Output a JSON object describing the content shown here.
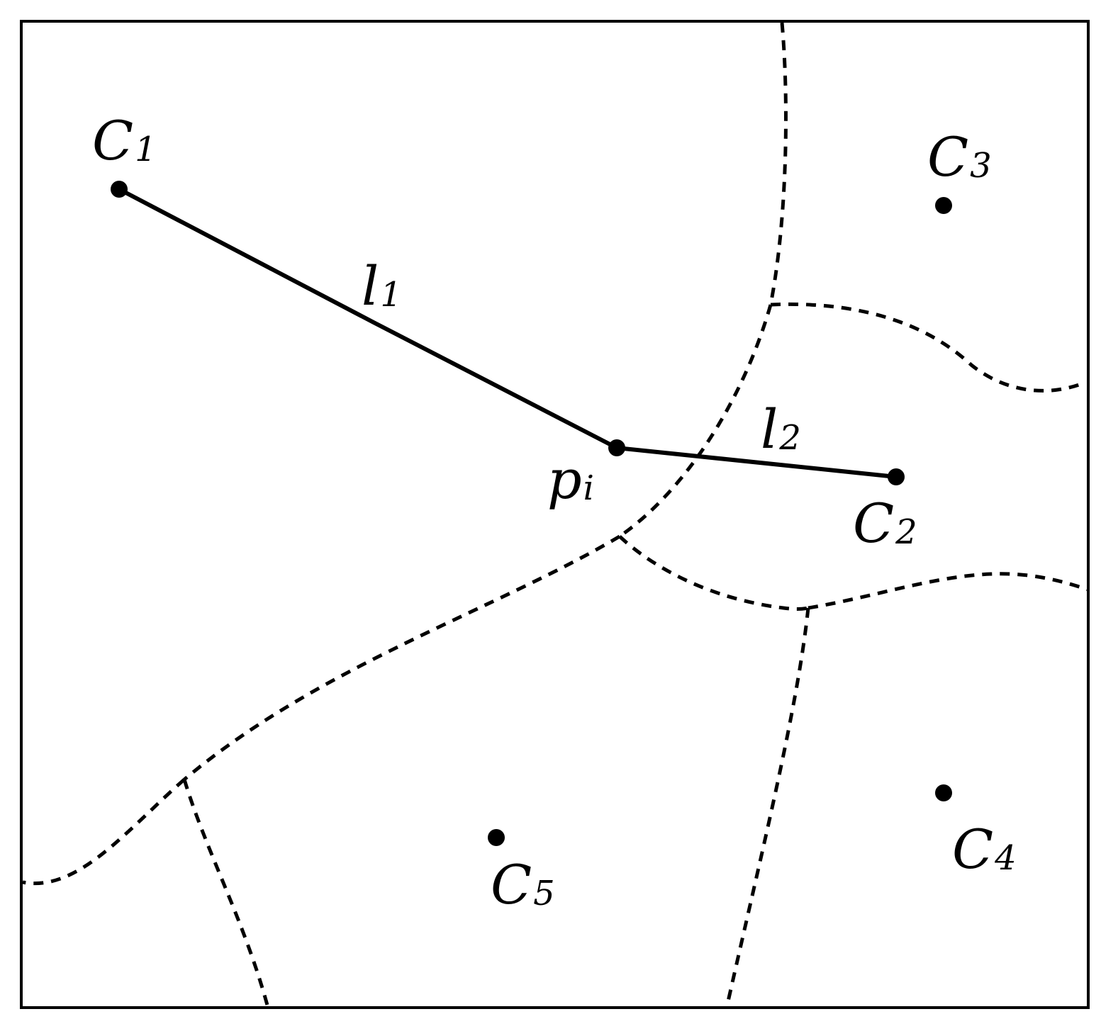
{
  "diagram": {
    "centroids": [
      {
        "id": "c1",
        "label": "C",
        "subscript": "1"
      },
      {
        "id": "c2",
        "label": "C",
        "subscript": "2"
      },
      {
        "id": "c3",
        "label": "C",
        "subscript": "3"
      },
      {
        "id": "c4",
        "label": "C",
        "subscript": "4"
      },
      {
        "id": "c5",
        "label": "C",
        "subscript": "5"
      }
    ],
    "point": {
      "label": "p",
      "subscript": "i"
    },
    "distances": [
      {
        "id": "l1",
        "label": "l",
        "subscript": "1"
      },
      {
        "id": "l2",
        "label": "l",
        "subscript": "2"
      }
    ]
  }
}
